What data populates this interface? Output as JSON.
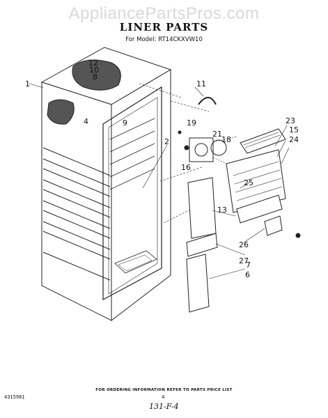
{
  "watermark": "AppliancePartsPros.com",
  "header": {
    "title": "LINER PARTS",
    "model_line": "For Model: RT14CKXVW10"
  },
  "callouts": [
    "1",
    "2",
    "4",
    "6",
    "7",
    "8",
    "9",
    "10",
    "11",
    "12",
    "13",
    "15",
    "16",
    "18",
    "19",
    "21",
    "23",
    "24",
    "25",
    "26",
    "27"
  ],
  "footer": {
    "ordering_note": "FOR ORDERING INFORMATION REFER TO PARTS PRICE LIST",
    "part_number": "4315981",
    "page_number": "4",
    "handwritten_note": "131-F-4"
  }
}
